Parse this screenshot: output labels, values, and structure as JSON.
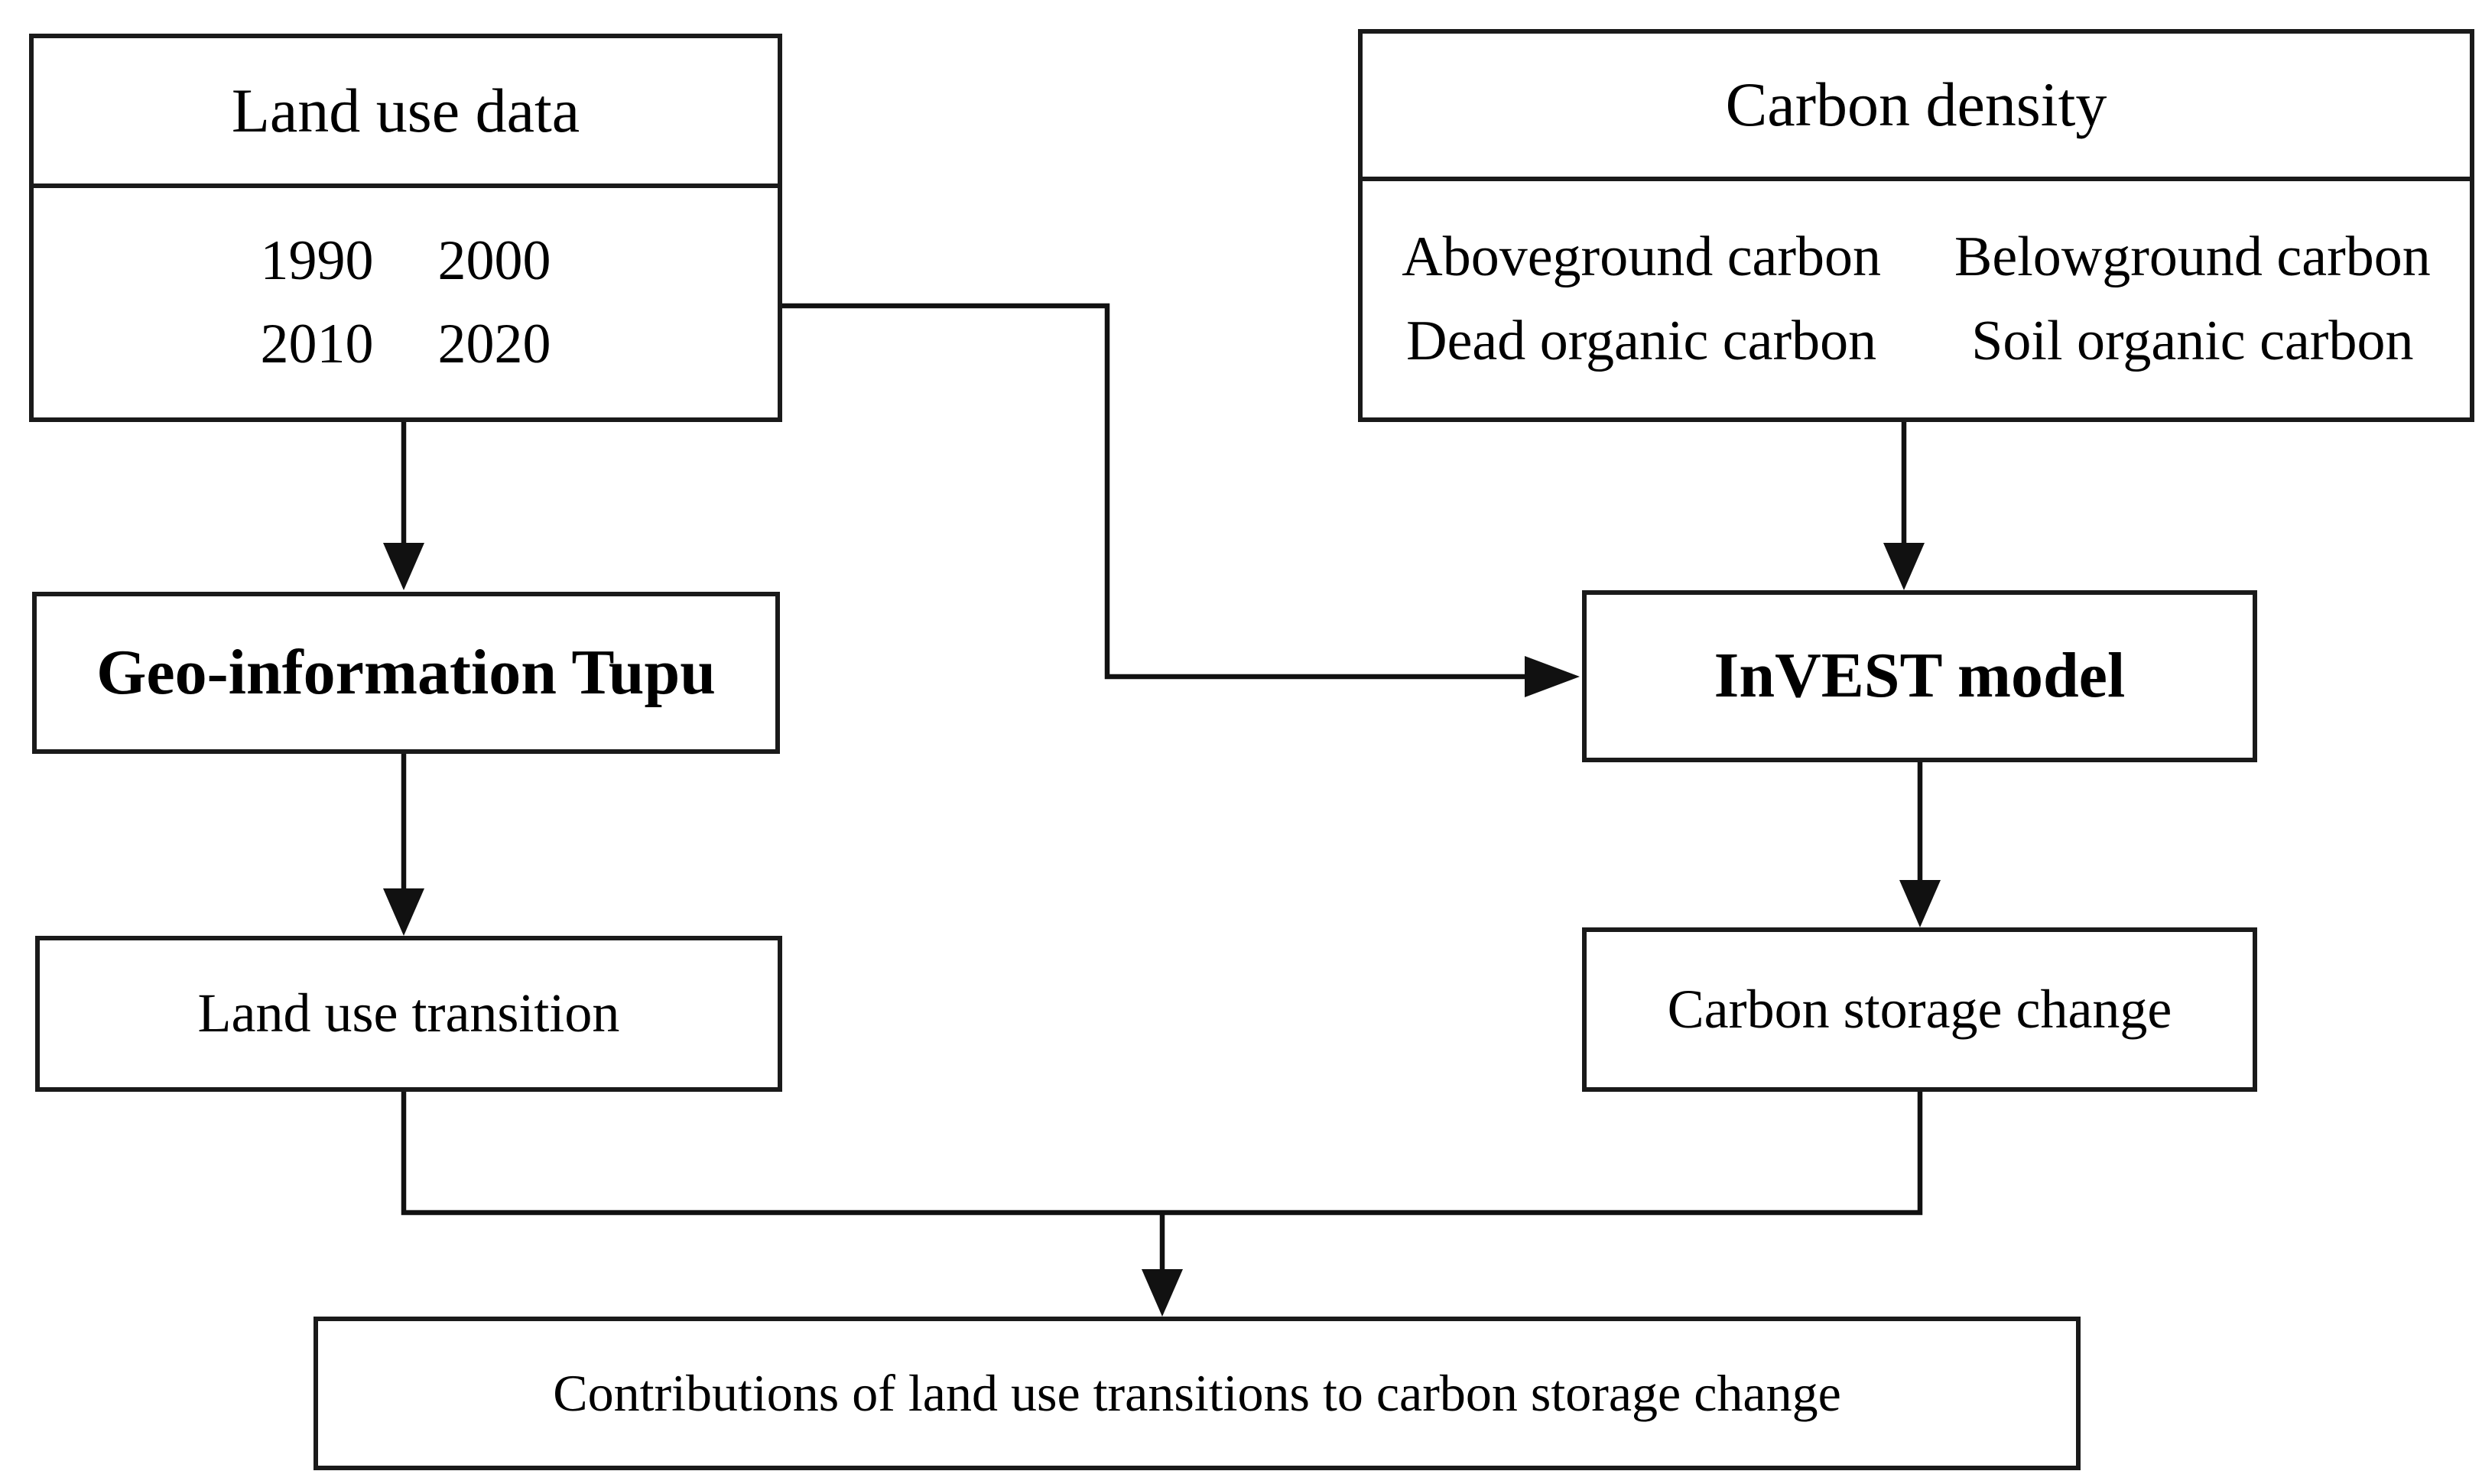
{
  "figure": {
    "background_color": "#ffffff",
    "line_color": "#111111",
    "text_color": "#000000",
    "boxes": {
      "land_use_data": {
        "title": "Land use data",
        "years": [
          "1990",
          "2000",
          "2010",
          "2020"
        ]
      },
      "carbon_density": {
        "title": "Carbon density",
        "pools": [
          "Aboveground carbon",
          "Belowground carbon",
          "Dead organic carbon",
          "Soil organic carbon"
        ]
      },
      "geo_information_tupu": {
        "label": "Geo-information Tupu"
      },
      "invest_model": {
        "label": "InVEST model"
      },
      "land_use_transition": {
        "label": "Land use transition"
      },
      "carbon_storage_change": {
        "label": "Carbon storage change"
      },
      "contributions": {
        "label": "Contributions of land use transitions to carbon storage change"
      }
    }
  }
}
